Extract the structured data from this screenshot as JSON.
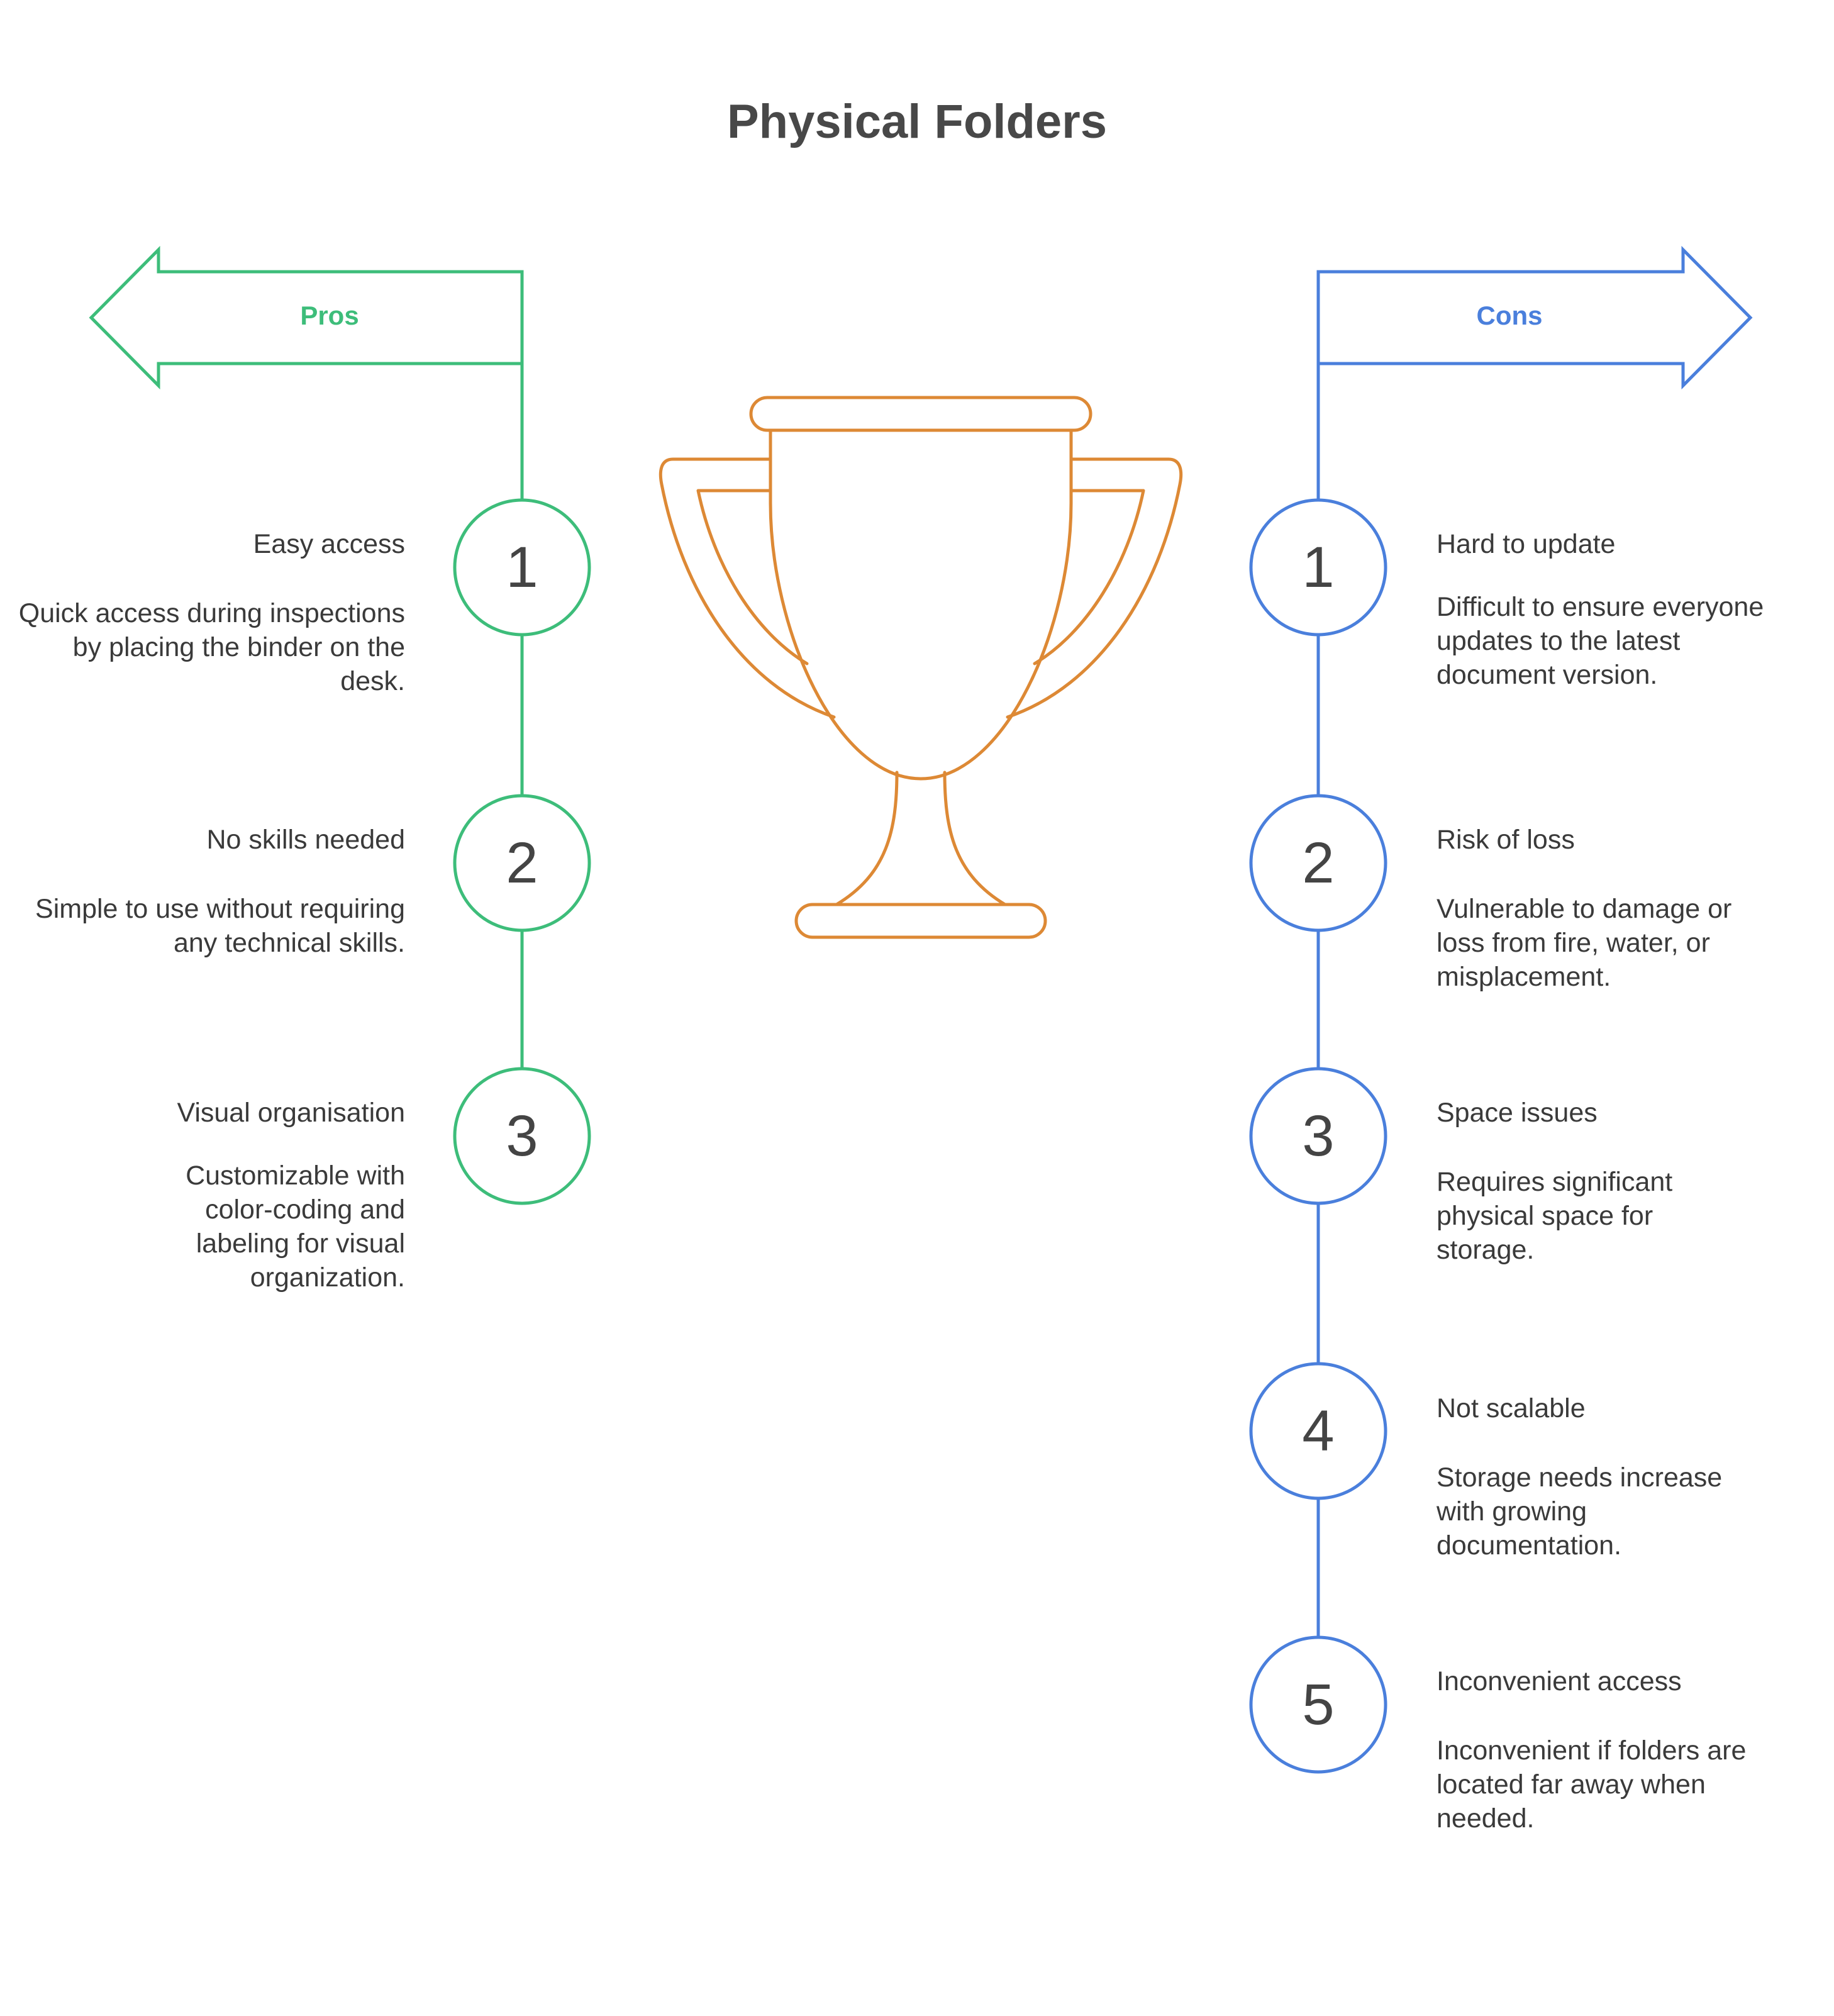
{
  "title": "Physical Folders",
  "colors": {
    "pros": "#3dbd7a",
    "cons": "#4a7fdc",
    "trophy": "#dd8935",
    "text": "#3a3a3a"
  },
  "pros": {
    "label": "Pros",
    "items": [
      {
        "num": "1",
        "title": "Easy access",
        "desc": "Quick access during inspections by placing the binder on the desk."
      },
      {
        "num": "2",
        "title": "No skills needed",
        "desc": "Simple to use without requiring any technical skills."
      },
      {
        "num": "3",
        "title": "Visual organisation",
        "desc": "Customizable with color-coding and labeling for visual organization."
      }
    ]
  },
  "cons": {
    "label": "Cons",
    "items": [
      {
        "num": "1",
        "title": "Hard to update",
        "desc": "Difficult to ensure everyone updates to the latest document version."
      },
      {
        "num": "2",
        "title": "Risk of loss",
        "desc": "Vulnerable to damage or loss from fire, water, or misplacement."
      },
      {
        "num": "3",
        "title": "Space issues",
        "desc": "Requires significant physical space for storage."
      },
      {
        "num": "4",
        "title": "Not scalable",
        "desc": "Storage needs increase with growing documentation."
      },
      {
        "num": "5",
        "title": "Inconvenient access",
        "desc": "Inconvenient if folders are located far away when needed."
      }
    ]
  },
  "center_icon": "trophy-icon"
}
